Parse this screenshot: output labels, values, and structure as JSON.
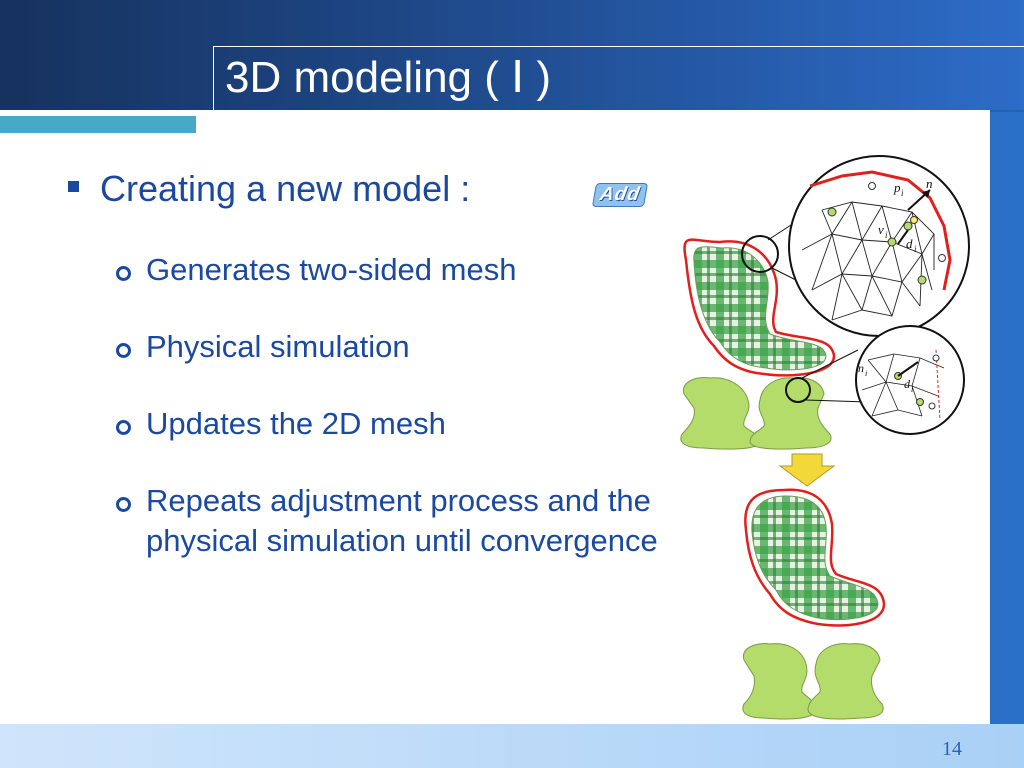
{
  "slide": {
    "title": "3D modeling ( Ⅰ )",
    "page_number": "14"
  },
  "content": {
    "heading": "Creating a new model :",
    "badge": "Add",
    "bullets": [
      "Generates two-sided mesh",
      "Physical simulation",
      "Updates the 2D mesh",
      "Repeats adjustment process and the physical simulation until convergence"
    ]
  },
  "figure": {
    "labels": {
      "p": "p",
      "n": "n",
      "v": "v",
      "d": "d",
      "sub_i": "i"
    }
  },
  "colors": {
    "header_dark": "#16325e",
    "header_light": "#2d6cc7",
    "teal": "#45a9c7",
    "text_blue": "#1b49a0",
    "mesh_green": "#b4dc6a",
    "outline_red": "#e0201c"
  }
}
